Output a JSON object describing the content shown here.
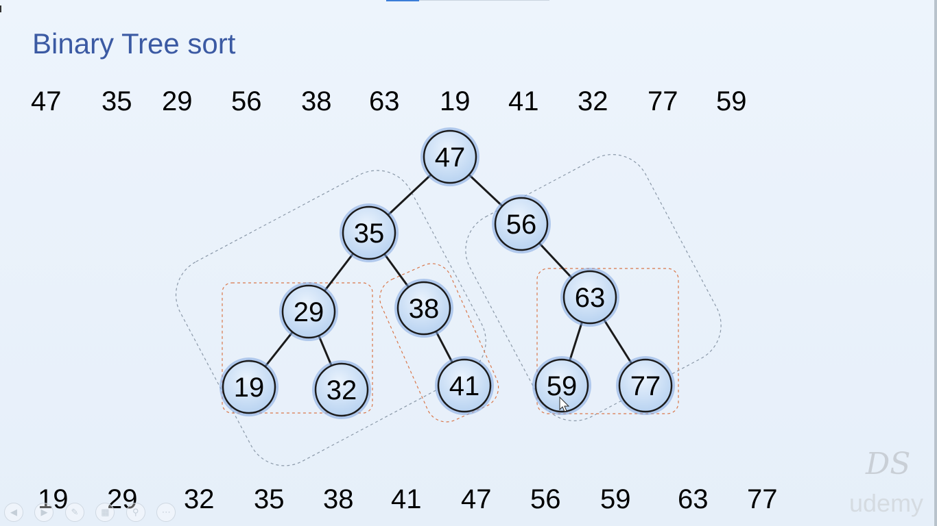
{
  "title": "Binary Tree sort",
  "input_sequence": [
    "47",
    "35",
    "29",
    "56",
    "38",
    "63",
    "19",
    "41",
    "32",
    "77",
    "59"
  ],
  "sorted_sequence": [
    "19",
    "29",
    "32",
    "35",
    "38",
    "41",
    "47",
    "56",
    "59",
    "63",
    "77"
  ],
  "tree": {
    "nodes": [
      {
        "id": "n47",
        "label": "47"
      },
      {
        "id": "n35",
        "label": "35"
      },
      {
        "id": "n56",
        "label": "56"
      },
      {
        "id": "n29",
        "label": "29"
      },
      {
        "id": "n38",
        "label": "38"
      },
      {
        "id": "n63",
        "label": "63"
      },
      {
        "id": "n19",
        "label": "19"
      },
      {
        "id": "n32",
        "label": "32"
      },
      {
        "id": "n41",
        "label": "41"
      },
      {
        "id": "n59",
        "label": "59"
      },
      {
        "id": "n77",
        "label": "77"
      }
    ],
    "edges": [
      [
        "n47",
        "n35"
      ],
      [
        "n47",
        "n56"
      ],
      [
        "n35",
        "n29"
      ],
      [
        "n35",
        "n38"
      ],
      [
        "n29",
        "n19"
      ],
      [
        "n29",
        "n32"
      ],
      [
        "n38",
        "n41"
      ],
      [
        "n56",
        "n63"
      ],
      [
        "n63",
        "n59"
      ],
      [
        "n63",
        "n77"
      ]
    ]
  },
  "colors": {
    "title": "#3b5aa3",
    "node_fill": "#cfe2f7",
    "node_stroke": "#1a1a1a",
    "node_glow": "#7fa6e0",
    "subtree_outline_grey": "#8a98a8",
    "subtree_outline_orange": "#d9774a"
  },
  "icons": {
    "toolbar": [
      "prev-icon",
      "next-icon",
      "pen-icon",
      "slides-icon",
      "zoom-icon",
      "more-icon"
    ]
  },
  "watermarks": {
    "logo": "DS",
    "brand": "udemy"
  }
}
